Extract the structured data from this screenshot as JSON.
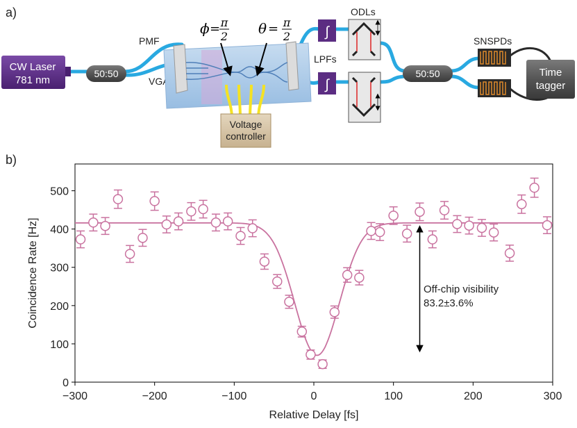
{
  "panel_a": {
    "label": "a)",
    "laser": {
      "line1": "CW Laser",
      "line2": "781 nm"
    },
    "splitter_in": "50:50",
    "pmf_label": "PMF",
    "vga_label": "VGA",
    "phi_label": {
      "symbol": "ϕ",
      "num": "π",
      "den": "2"
    },
    "theta_label": {
      "symbol": "θ",
      "num": "π",
      "den": "2"
    },
    "voltage_controller": {
      "line1": "Voltage",
      "line2": "controller"
    },
    "lpfs_label": "LPFs",
    "filter_symbol": "∫",
    "odls_label": "ODLs",
    "splitter_out": "50:50",
    "snspds_label": "SNSPDs",
    "time_tagger": {
      "line1": "Time",
      "line2": "tagger"
    },
    "colors": {
      "laser": "#5b2d82",
      "fiber": "#29a9e1",
      "chip": "#a9c9e8",
      "controller": "#d8c6a8",
      "wire": "#f4e224"
    }
  },
  "panel_b": {
    "label": "b)",
    "annotation": {
      "line1": "Off-chip visibility",
      "line2": "83.2±3.6%",
      "arrow_x": 133,
      "arrow_y_top": 415,
      "arrow_y_bottom": 80
    }
  },
  "chart_data": {
    "type": "scatter",
    "xlabel": "Relative Delay [fs]",
    "ylabel": "Coincidence Rate [Hz]",
    "xlim": [
      -300,
      300
    ],
    "ylim": [
      0,
      570
    ],
    "xticks": [
      -300,
      -200,
      -100,
      0,
      100,
      200,
      300
    ],
    "xtick_labels": [
      "−300",
      "−200",
      "−100",
      "0",
      "100",
      "200",
      "300"
    ],
    "yticks": [
      0,
      100,
      200,
      300,
      400,
      500
    ],
    "color": "#c9729f",
    "grid": false,
    "points": [
      {
        "x": -293,
        "y": 373,
        "err": 22
      },
      {
        "x": -277,
        "y": 417,
        "err": 22
      },
      {
        "x": -262,
        "y": 408,
        "err": 22
      },
      {
        "x": -246,
        "y": 478,
        "err": 24
      },
      {
        "x": -231,
        "y": 335,
        "err": 22
      },
      {
        "x": -215,
        "y": 377,
        "err": 22
      },
      {
        "x": -200,
        "y": 473,
        "err": 24
      },
      {
        "x": -185,
        "y": 412,
        "err": 22
      },
      {
        "x": -170,
        "y": 420,
        "err": 22
      },
      {
        "x": -154,
        "y": 446,
        "err": 23
      },
      {
        "x": -139,
        "y": 452,
        "err": 23
      },
      {
        "x": -123,
        "y": 417,
        "err": 22
      },
      {
        "x": -108,
        "y": 420,
        "err": 22
      },
      {
        "x": -92,
        "y": 382,
        "err": 22
      },
      {
        "x": -77,
        "y": 402,
        "err": 22
      },
      {
        "x": -62,
        "y": 315,
        "err": 20
      },
      {
        "x": -46,
        "y": 263,
        "err": 18
      },
      {
        "x": -31,
        "y": 210,
        "err": 17
      },
      {
        "x": -15,
        "y": 132,
        "err": 14
      },
      {
        "x": -4,
        "y": 72,
        "err": 12
      },
      {
        "x": 11,
        "y": 47,
        "err": 11
      },
      {
        "x": 26,
        "y": 183,
        "err": 16
      },
      {
        "x": 42,
        "y": 280,
        "err": 19
      },
      {
        "x": 57,
        "y": 273,
        "err": 19
      },
      {
        "x": 72,
        "y": 395,
        "err": 22
      },
      {
        "x": 83,
        "y": 392,
        "err": 22
      },
      {
        "x": 100,
        "y": 435,
        "err": 23
      },
      {
        "x": 117,
        "y": 388,
        "err": 22
      },
      {
        "x": 133,
        "y": 445,
        "err": 23
      },
      {
        "x": 149,
        "y": 373,
        "err": 22
      },
      {
        "x": 164,
        "y": 449,
        "err": 23
      },
      {
        "x": 180,
        "y": 413,
        "err": 22
      },
      {
        "x": 195,
        "y": 409,
        "err": 22
      },
      {
        "x": 211,
        "y": 403,
        "err": 22
      },
      {
        "x": 226,
        "y": 391,
        "err": 22
      },
      {
        "x": 246,
        "y": 337,
        "err": 21
      },
      {
        "x": 261,
        "y": 465,
        "err": 24
      },
      {
        "x": 277,
        "y": 508,
        "err": 25
      },
      {
        "x": 293,
        "y": 410,
        "err": 22
      }
    ],
    "fit": {
      "baseline": 416,
      "depth": 346,
      "center": 4,
      "sigma": 28
    }
  }
}
